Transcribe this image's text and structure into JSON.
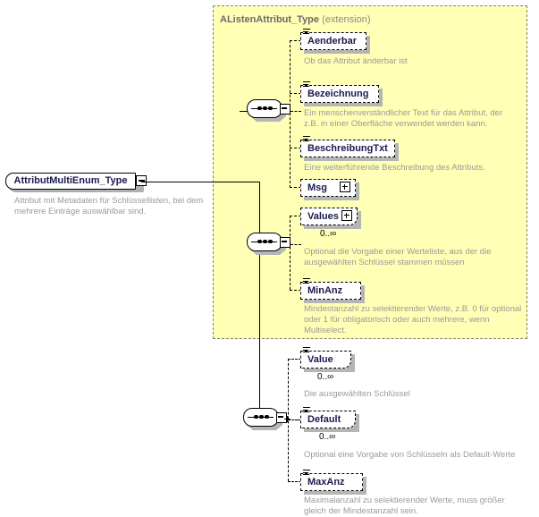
{
  "diagram": {
    "title": "AttributMultiEnum_Type",
    "kind": "xsd-schema-element-diagram"
  },
  "root": {
    "name": "AttributMultiEnum_Type",
    "expander": "minus-icon",
    "documentation": "Attribut mit Metadaten für Schlüssellisten, bei dem mehrere Einträge auswählbar sind."
  },
  "extension_group": {
    "base_type": "AListenAttribut_Type",
    "kind_label": "(extension)",
    "background_color": "#ffffb5",
    "border_color": "#808080"
  },
  "compositors": [
    {
      "type": "sequence",
      "expander": "minus-icon",
      "name": "sequence-inherited-1"
    },
    {
      "type": "sequence",
      "expander": "minus-icon",
      "name": "sequence-inherited-2"
    },
    {
      "type": "sequence",
      "expander": "minus-icon",
      "name": "sequence-own"
    }
  ],
  "elements": [
    {
      "name": "Aenderbar",
      "optional": true,
      "repeating": false,
      "expandable": false,
      "cardinality": "",
      "documentation": "Ob das Attribut änderbar ist"
    },
    {
      "name": "Bezeichnung",
      "optional": true,
      "repeating": false,
      "expandable": false,
      "cardinality": "",
      "documentation": "Ein menschenverständlicher Text für das Attribut, der z.B. in einer Oberfläche verwendet werden kann."
    },
    {
      "name": "BeschreibungTxt",
      "optional": true,
      "repeating": false,
      "expandable": false,
      "cardinality": "",
      "documentation": "Eine weiterführende Beschreibung des Attributs."
    },
    {
      "name": "Msg",
      "optional": true,
      "repeating": false,
      "expandable": true,
      "expander": "plus-icon",
      "cardinality": "",
      "documentation": ""
    },
    {
      "name": "Values",
      "optional": true,
      "repeating": true,
      "expandable": true,
      "expander": "plus-icon",
      "cardinality": "0..∞",
      "documentation": "Optional die Vorgabe einer Werteliste, aus der die ausgewählten Schlüssel stammen müssen"
    },
    {
      "name": "MinAnz",
      "optional": true,
      "repeating": false,
      "expandable": false,
      "cardinality": "",
      "documentation": "Mindestanzahl zu selektierender Werte, z.B. 0 für optional oder 1 für obligatorisch oder auch mehrere, wenn Multiselect."
    },
    {
      "name": "Value",
      "optional": true,
      "repeating": true,
      "expandable": false,
      "cardinality": "0..∞",
      "documentation": "Die ausgewählten Schlüssel"
    },
    {
      "name": "Default",
      "optional": true,
      "repeating": true,
      "expandable": false,
      "cardinality": "0..∞",
      "documentation": "Optional eine Vorgabe von Schlüsseln als Default-Werte"
    },
    {
      "name": "MaxAnz",
      "optional": true,
      "repeating": false,
      "expandable": false,
      "cardinality": "",
      "documentation": "Maximalanzahl zu selektierender Werte, muss größer gleich der Mindestanzahl sein."
    }
  ]
}
